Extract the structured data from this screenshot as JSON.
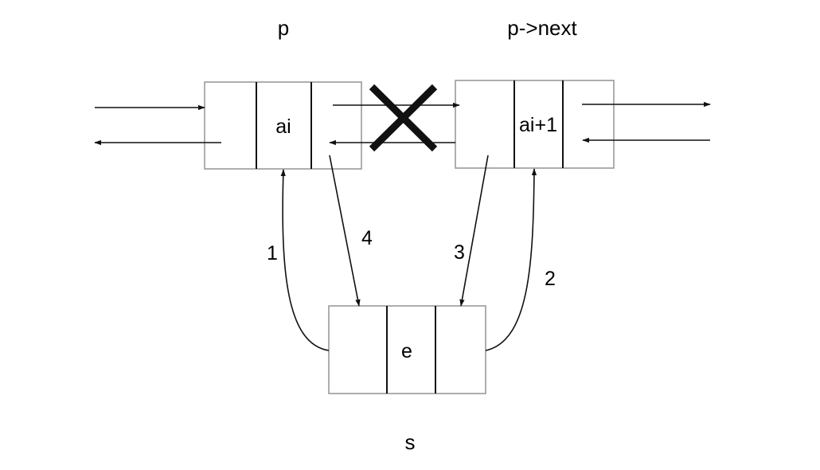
{
  "labels": {
    "p": "p",
    "p_next": "p->next",
    "s": "s"
  },
  "nodes": {
    "p_value": "ai",
    "next_value": "ai+1",
    "s_value": "e"
  },
  "steps": {
    "step1": "1",
    "step2": "2",
    "step3": "3",
    "step4": "4"
  }
}
